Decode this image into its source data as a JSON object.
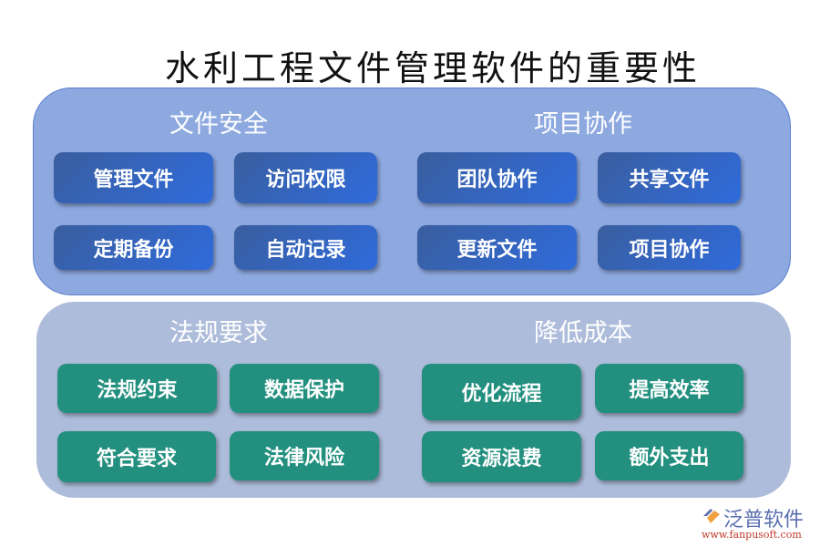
{
  "title": "水利工程文件管理软件的重要性",
  "colors": {
    "top_panel": "#8ea9e0",
    "bottom_panel": "#adbcda",
    "blue_box": "#2f6bdc",
    "teal_box": "#23907f"
  },
  "sections": [
    {
      "title": "文件安全",
      "items": [
        "管理文件",
        "访问权限",
        "定期备份",
        "自动记录"
      ]
    },
    {
      "title": "项目协作",
      "items": [
        "团队协作",
        "共享文件",
        "更新文件",
        "项目协作"
      ]
    },
    {
      "title": "法规要求",
      "items": [
        "法规约束",
        "数据保护",
        "符合要求",
        "法律风险"
      ]
    },
    {
      "title": "降低成本",
      "items": [
        "优化流程",
        "提高效率",
        "资源浪费",
        "额外支出"
      ]
    }
  ],
  "logo": {
    "name": "泛普软件",
    "url": "www.fanpusoft.com"
  }
}
